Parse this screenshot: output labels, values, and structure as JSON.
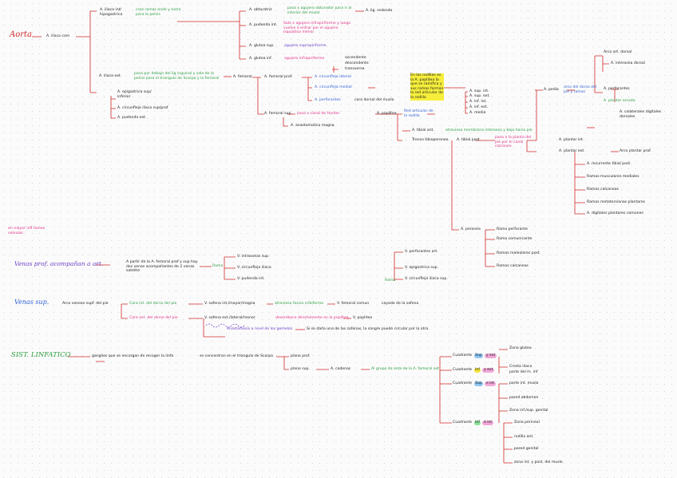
{
  "aorta": {
    "title": "Aorta",
    "iliaca_com": "A. iliaca com",
    "iliaca_int": "A. iliaca int/ hipogastrica",
    "iliaca_int_desc": "crea ramas endo y extra para la pelvis",
    "obturatriz": "A. obturatriz",
    "obturatriz_desc": "pasa x agujero obturador para ir al interior del muslo",
    "lig_redondo": "A. lig. redondo",
    "pudenda_int": "A. pudenda int.",
    "pudenda_int_desc": "Sale x agujero infrapiriforme y luego vuelve a entrar por el agujero isquiatico menor",
    "glutea_sup": "A. glutea sup.",
    "glutea_sup_desc": "agujero suprapiriforme",
    "glutea_inf": "A. glutea inf.",
    "glutea_inf_desc": "agujero infrapiriforme",
    "iliaca_ext": "A. iliaca ext.",
    "iliaca_ext_desc": "pasa por debajo del lig inguinal y sale de la pelvis para el triangulo de Scarpa y la femoral",
    "epigastrica": "A. epigastrica sup/ inferior",
    "circunfleja": "A. circunfleja iliaca sup/prof",
    "pudenda_ext": "A. pudenda ext.",
    "femoral": "A. femoral",
    "femoral_prof": "A. femoral prof.",
    "circ_lat": "A. circunfleja lateral",
    "circ_med": "A. circunfleja medial",
    "perforantes": "A. perforantes",
    "perforantes_desc": "cara dorsal del muslo",
    "ramas_lat": [
      "ascendente",
      "descendente",
      "transversa"
    ],
    "femoral_sup": "A. femoral sup.",
    "femoral_sup_desc": "pasa x canal de Hunter",
    "anastomosis": "A. anastomotica magna",
    "poplitea": "A. poplitea",
    "poplitea_note": "En las rodillas es la A. poplitea la que se ramifica y sus ramas forman la red articular de la rodilla",
    "ramas_poplitea": [
      "A. sup. int.",
      "A. sup. ext.",
      "A. inf. int.",
      "A. inf. ext.",
      "A. media"
    ],
    "tibial_ant": "A. tibial ant.",
    "tibial_ant_desc": "atraviesa membrana interosea y baja hacia pie",
    "tronco": "Tronco tibioperoneo",
    "tibial_post": "A. tibial post.",
    "tibial_post_desc": "pasa a la planta del pie por el canal calcaneo",
    "pedia": "A. pedia",
    "pedia_desc": "arco del dorso del pie y ramas",
    "plantar_int": "A. plantar int.",
    "plantar_ext": "A. plantar ext.",
    "arco": "Arco plantar prof.",
    "peronea": "A. peronea",
    "peronea_ramas": [
      "Rama perforante",
      "Rama comunicante",
      "Ramas maleolares post.",
      "Ramas calcaneas"
    ],
    "ramas_plantares": [
      "A. recurrente tibial post.",
      "Ramas musculares mediales",
      "Ramas calcaneas",
      "Ramas metatarsianas plantares",
      "A. digitales plantares comunes"
    ],
    "dorso": [
      "Arco art. dorsal",
      "A. interosea dorsal",
      "A. perforantes",
      "A. plantar arcada",
      "A. colaterales digitales dorsales"
    ]
  },
  "venas_prof": {
    "note": "en mayor infl tienen valvulas",
    "title": "Venas prof. acompañan a art.",
    "desc": "A partir de la A. femoral prof y sup hay dos venas acompañantes de 2 venas satelite",
    "rama": "Rama",
    "items": [
      "V. intraoseas sup.",
      "V. circunfleja iliaca",
      "V. pudenda int."
    ],
    "poplitea_items": [
      "V. perforantes art.",
      "V. epigastrica sup.",
      "V. circunfleja iliaca sup."
    ]
  },
  "venas_sup": {
    "title": "Venas sup.",
    "desc": "Arco venoso supf. del pie",
    "cara_int": "Cara int. del dorso del pie",
    "cara_ext": "Cara ext. del dorso del pie",
    "safena_int": "V. safena int./mayor/magna",
    "safena_int_desc": "atraviesa fascia cribiforme",
    "femoral_comun": "V. femoral comun",
    "cayado": "cayado de la safena",
    "safena_ext": "V. safena ext./lateral/menor",
    "safena_ext_desc": "desemboca directamente en la poplitea",
    "poplitea": "V. poplitea",
    "anastomosis": "Anastomosis a nivel de los gemelos",
    "anast_desc": "Si se daña una de las safenas, la sangre puede circular por la otra."
  },
  "linfatico": {
    "title": "SIST. LINFATICO",
    "desc": "ganglios que se encargan de recoger la linfa",
    "triangulo": "se concentran en el triangulo de Scarpa",
    "plano_prof": "plano prof.",
    "plano_sup": "plano sup.",
    "cadenas": "A. cadenas",
    "femoral_note": "Al grupo de ante de la A. femoral ext.",
    "cuadrantes": [
      "Cuadrante",
      "Cuadrante",
      "Cuadrante",
      "Cuadrante"
    ],
    "q1_chips": [
      "Sup",
      "y ext"
    ],
    "q2_chips": [
      "Inf",
      "y ext"
    ],
    "q3_chips": [
      "Sup",
      "e int"
    ],
    "q4_chips": [
      "Inf",
      "e int"
    ],
    "q1": [
      "Zona glutea",
      "Cresta iliaca"
    ],
    "q2": [
      "parte del m. inf"
    ],
    "q3": [
      "parte int. muslo",
      "pared abdomen",
      "Zona inf./sup. genital"
    ],
    "q4": [
      "Zona perineal",
      "rodilla ant.",
      "pared genital",
      "zona int. y post. del muslo"
    ]
  }
}
